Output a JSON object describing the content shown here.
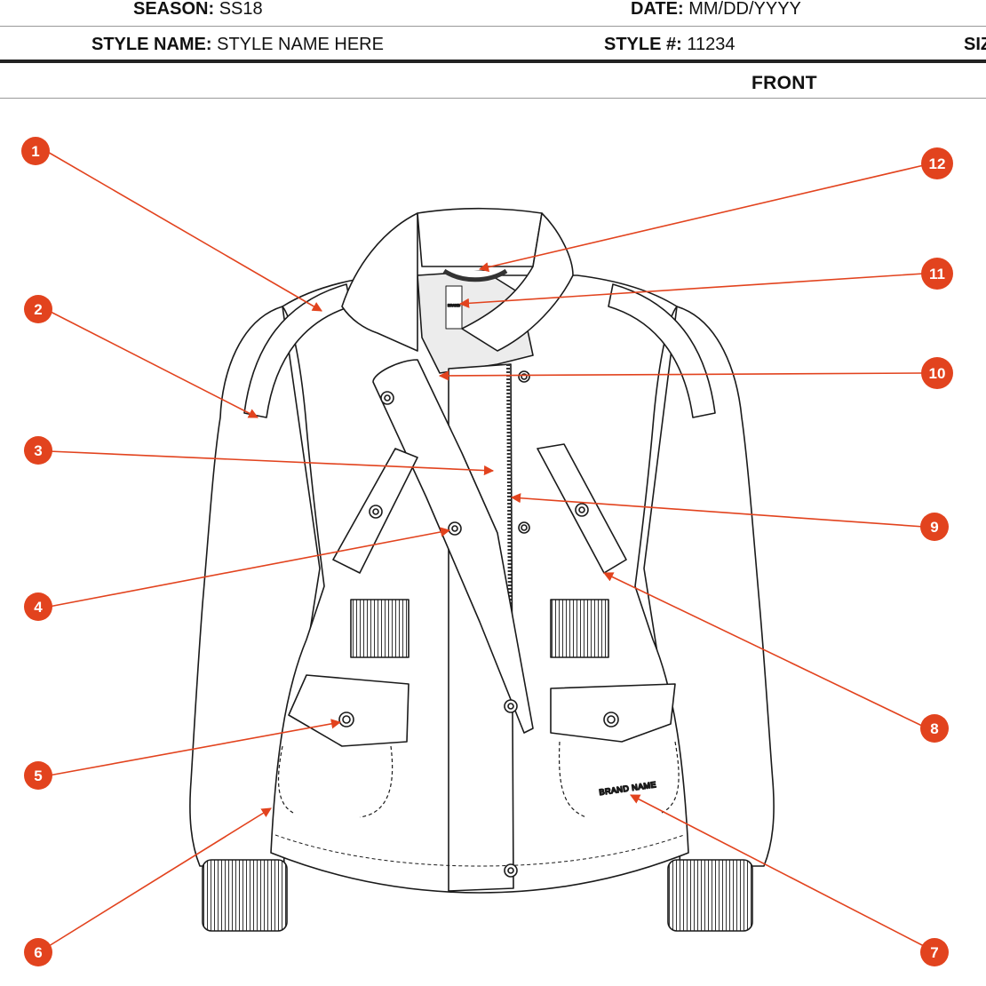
{
  "header": {
    "season_label": "SEASON:",
    "season_value": "SS18",
    "date_label": "DATE:",
    "date_value": "MM/DD/YYYY",
    "style_name_label": "STYLE NAME:",
    "style_name_value": "STYLE NAME HERE",
    "style_num_label": "STYLE #:",
    "style_num_value": "11234",
    "size_label_partial": "SIZ"
  },
  "view": {
    "title": "FRONT"
  },
  "garment": {
    "brand_print": "BRAND NAME",
    "label_text": "BRAND"
  },
  "callouts": [
    {
      "number": "1"
    },
    {
      "number": "2"
    },
    {
      "number": "3"
    },
    {
      "number": "4"
    },
    {
      "number": "5"
    },
    {
      "number": "6"
    },
    {
      "number": "7"
    },
    {
      "number": "8"
    },
    {
      "number": "9"
    },
    {
      "number": "10"
    },
    {
      "number": "11"
    },
    {
      "number": "12"
    }
  ],
  "colors": {
    "accent": "#e2431e",
    "line": "#1a1a1a",
    "lining": "#ececec"
  }
}
